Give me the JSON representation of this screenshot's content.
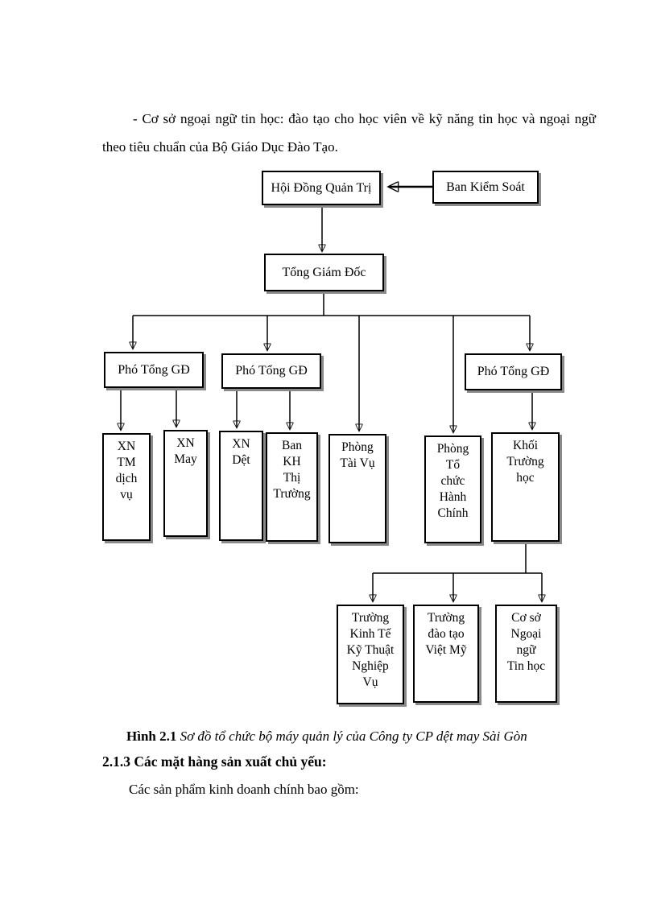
{
  "page": {
    "paragraph_top": "- Cơ sở ngoại ngữ tin học: đào tạo cho học viên  về kỹ năng tin học và ngoại ngữ theo tiêu chuẩn của Bộ Giáo Dục Đào Tạo.",
    "caption_label": "Hình 2.1",
    "caption_text": " Sơ đồ tổ chức bộ máy quản lý của Công ty CP dệt may Sài Gòn",
    "heading": "2.1.3 Các mặt hàng sản xuất chủ yếu:",
    "paragraph_bottom": "Các sản phẩm kinh doanh chính bao gồm:"
  },
  "org_chart": {
    "nodes": {
      "hoi_dong_quan_tri": {
        "label": "Hội Đồng Quản Trị"
      },
      "ban_kiem_soat": {
        "label": "Ban Kiểm Soát"
      },
      "tong_giam_doc": {
        "label": "Tổng Giám Đốc"
      },
      "pho_tong_gd_1": {
        "label": "Phó Tổng GĐ"
      },
      "pho_tong_gd_2": {
        "label": "Phó Tổng GĐ"
      },
      "pho_tong_gd_3": {
        "label": "Phó Tổng GĐ"
      },
      "xn_tm_dich_vu": {
        "label": "XN\nTM\ndịch\nvụ"
      },
      "xn_may": {
        "label": "XN\nMay"
      },
      "xn_det": {
        "label": "XN\nDệt"
      },
      "ban_kh_thi_truong": {
        "label": "Ban\nKH\nThị\nTrường"
      },
      "phong_tai_vu": {
        "label": "Phòng\nTài Vụ"
      },
      "phong_to_chuc_hanh_chinh": {
        "label": "Phòng\nTổ\nchức\nHành\nChính"
      },
      "khoi_truong_hoc": {
        "label": "Khối\nTrường\nhọc"
      },
      "truong_kinh_te_ky_thuat_nghiep_vu": {
        "label": "Trường\nKinh Tế\nKỹ Thuật\nNghiệp\nVụ"
      },
      "truong_dao_tao_viet_my": {
        "label": "Trường\nđào tạo\nViệt Mỹ"
      },
      "co_so_ngoai_ngu_tin_hoc": {
        "label": "Cơ sở\nNgoại\nngữ\nTin học"
      }
    },
    "edges": [
      {
        "from": "ban_kiem_soat",
        "to": "hoi_dong_quan_tri"
      },
      {
        "from": "hoi_dong_quan_tri",
        "to": "tong_giam_doc"
      },
      {
        "from": "tong_giam_doc",
        "to": "pho_tong_gd_1"
      },
      {
        "from": "tong_giam_doc",
        "to": "pho_tong_gd_2"
      },
      {
        "from": "tong_giam_doc",
        "to": "pho_tong_gd_3"
      },
      {
        "from": "tong_giam_doc",
        "to": "phong_tai_vu"
      },
      {
        "from": "tong_giam_doc",
        "to": "phong_to_chuc_hanh_chinh"
      },
      {
        "from": "pho_tong_gd_1",
        "to": "xn_tm_dich_vu"
      },
      {
        "from": "pho_tong_gd_1",
        "to": "xn_may"
      },
      {
        "from": "pho_tong_gd_2",
        "to": "xn_det"
      },
      {
        "from": "pho_tong_gd_2",
        "to": "ban_kh_thi_truong"
      },
      {
        "from": "pho_tong_gd_3",
        "to": "khoi_truong_hoc"
      },
      {
        "from": "khoi_truong_hoc",
        "to": "truong_kinh_te_ky_thuat_nghiep_vu"
      },
      {
        "from": "khoi_truong_hoc",
        "to": "truong_dao_tao_viet_my"
      },
      {
        "from": "khoi_truong_hoc",
        "to": "co_so_ngoai_ngu_tin_hoc"
      }
    ]
  }
}
